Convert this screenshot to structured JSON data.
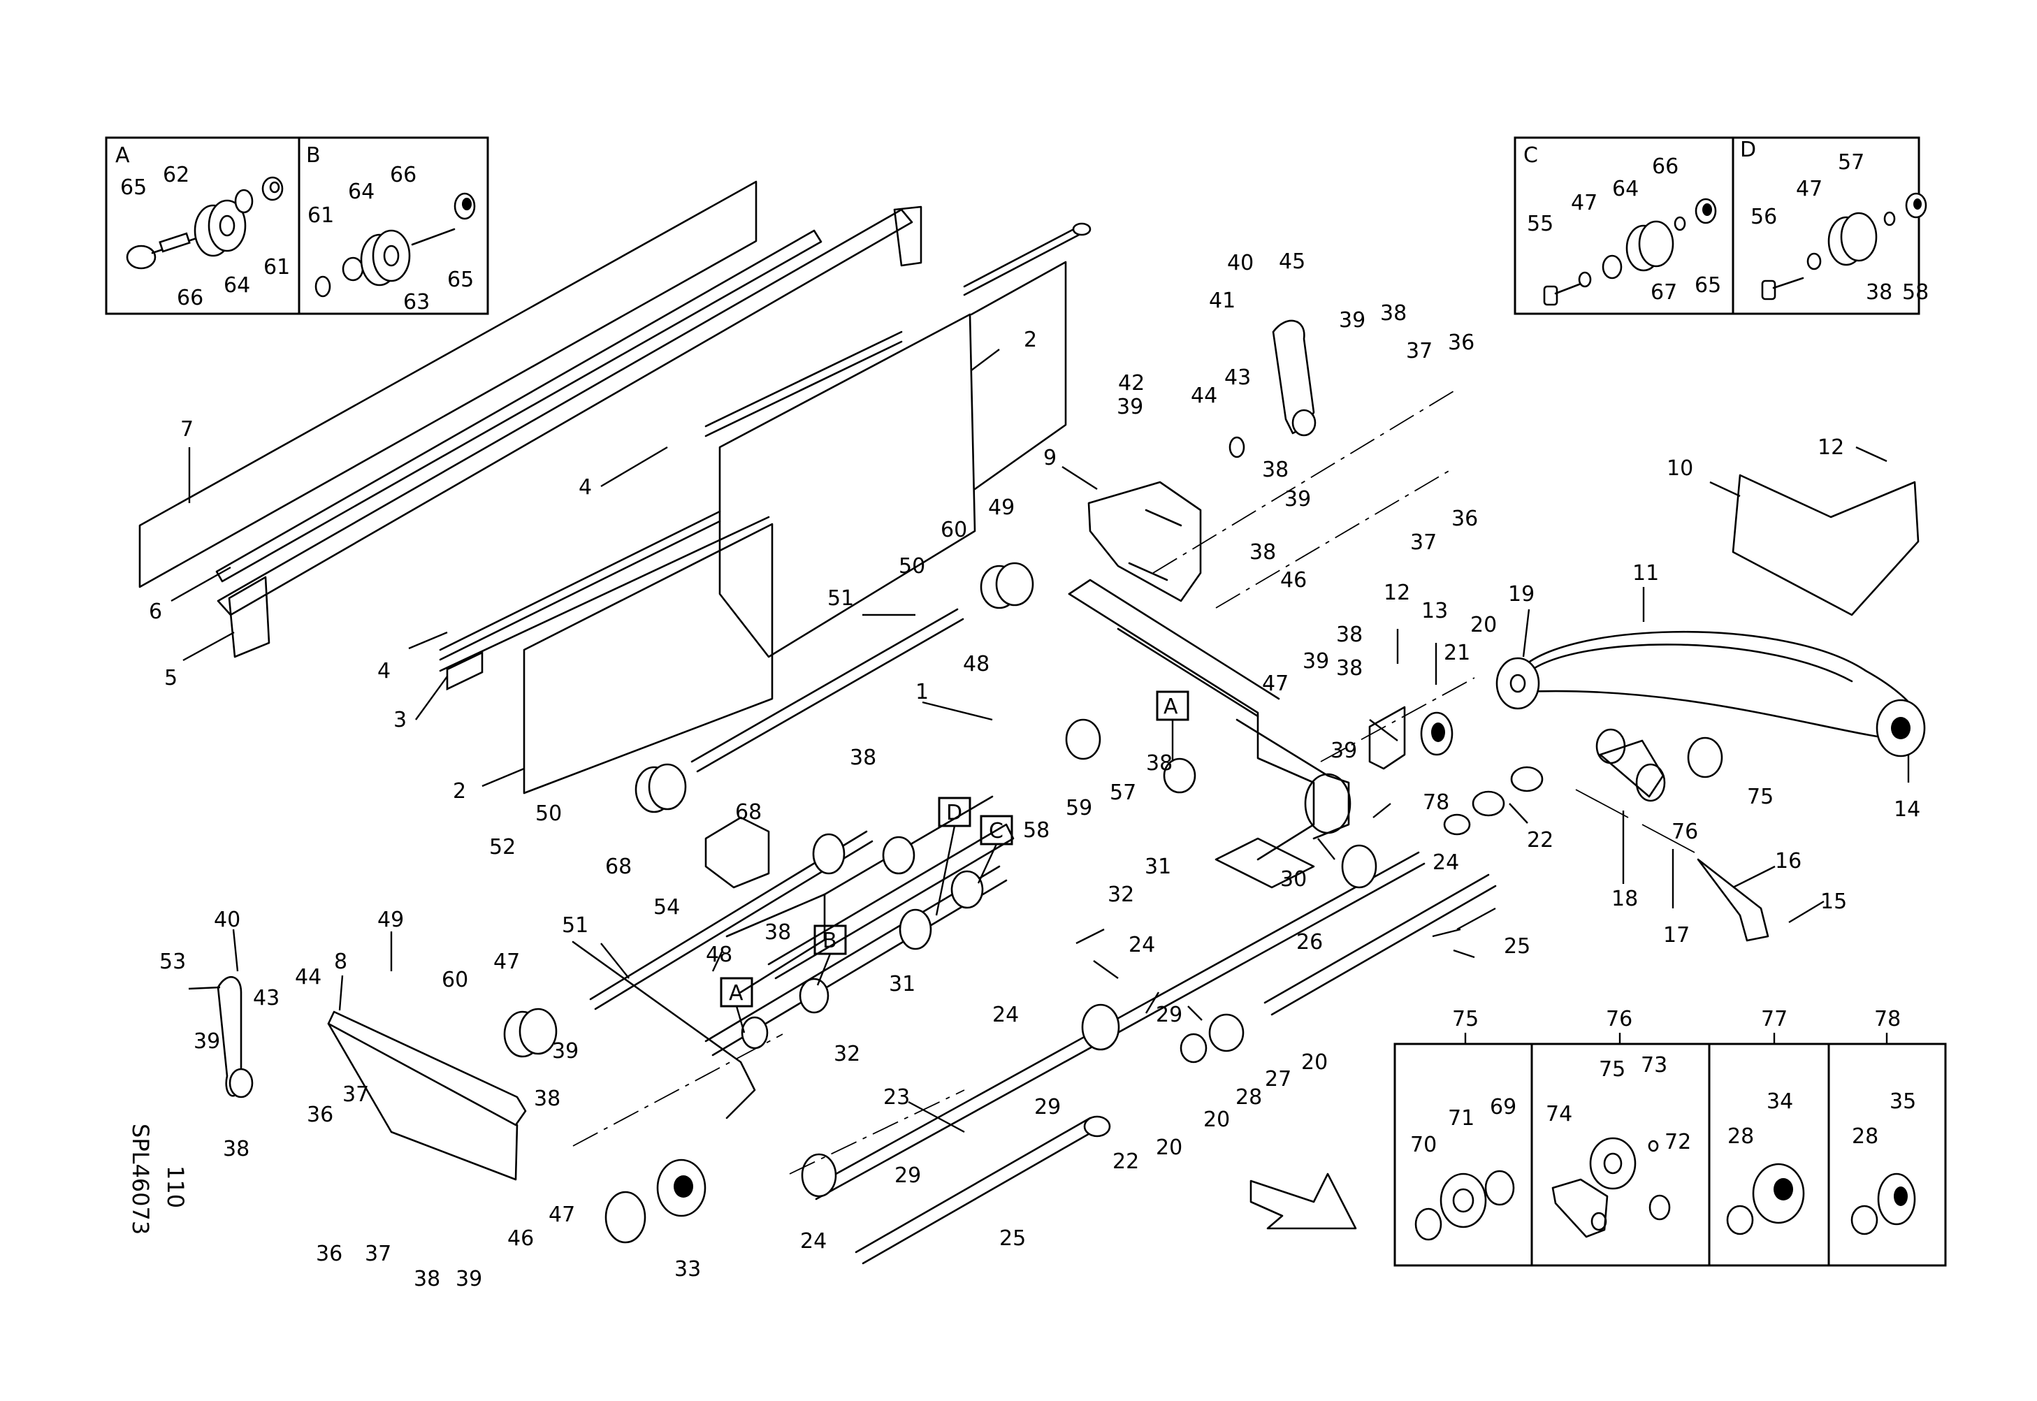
{
  "drawing_code": "SPL46073",
  "page_number": "110",
  "callouts": {
    "n1": "1",
    "n2a": "2",
    "n2b": "2",
    "n3": "3",
    "n4a": "4",
    "n4b": "4",
    "n5": "5",
    "n6": "6",
    "n7": "7",
    "n8": "8",
    "n9": "9",
    "n10": "10",
    "n11": "11",
    "n12a": "12",
    "n12b": "12",
    "n13": "13",
    "n14": "14",
    "n15": "15",
    "n16": "16",
    "n17": "17",
    "n18": "18",
    "n19": "19",
    "n20a": "20",
    "n20b": "20",
    "n20c": "20",
    "n20d": "20",
    "n21": "21",
    "n22a": "22",
    "n22b": "22",
    "n23": "23",
    "n24a": "24",
    "n24b": "24",
    "n24c": "24",
    "n24d": "24",
    "n25a": "25",
    "n25b": "25",
    "n26": "26",
    "n27": "27",
    "n28": "28",
    "n29a": "29",
    "n29b": "29",
    "n29c": "29",
    "n30": "30",
    "n31a": "31",
    "n31b": "31",
    "n32a": "32",
    "n32b": "32",
    "n33": "33",
    "n36a": "36",
    "n36b": "36",
    "n36c": "36",
    "n36d": "36",
    "n37a": "37",
    "n37b": "37",
    "n37c": "37",
    "n37d": "37",
    "n38a": "38",
    "n38b": "38",
    "n38c": "38",
    "n38d": "38",
    "n38e": "38",
    "n38f": "38",
    "n38g": "38",
    "n38h": "38",
    "n38i": "38",
    "n38j": "38",
    "n38k": "38",
    "n39a": "39",
    "n39b": "39",
    "n39c": "39",
    "n39d": "39",
    "n39e": "39",
    "n39f": "39",
    "n39g": "39",
    "n39h": "39",
    "n40a": "40",
    "n40b": "40",
    "n41": "41",
    "n42": "42",
    "n43a": "43",
    "n43b": "43",
    "n44a": "44",
    "n44b": "44",
    "n45": "45",
    "n46a": "46",
    "n46b": "46",
    "n47a": "47",
    "n47b": "47",
    "n47c": "47",
    "n48a": "48",
    "n48b": "48",
    "n49a": "49",
    "n49b": "49",
    "n50a": "50",
    "n50b": "50",
    "n51a": "51",
    "n51b": "51",
    "n52": "52",
    "n53": "53",
    "n54": "54",
    "n57": "57",
    "n58": "58",
    "n59": "59",
    "n60a": "60",
    "n60b": "60",
    "n68a": "68",
    "n68b": "68",
    "n78": "78",
    "n75": "75",
    "n76": "76"
  },
  "detail_letters": {
    "A": "A",
    "B": "B",
    "C": "C",
    "D": "D"
  },
  "inset_A": {
    "label": "A",
    "n65": "65",
    "n62": "62",
    "n66": "66",
    "n64": "64",
    "n61": "61"
  },
  "inset_B": {
    "label": "B",
    "n61": "61",
    "n64": "64",
    "n66": "66",
    "n63": "63",
    "n65": "65"
  },
  "inset_C": {
    "label": "C",
    "n55": "55",
    "n47": "47",
    "n64": "64",
    "n66": "66",
    "n67": "67",
    "n65": "65"
  },
  "inset_D": {
    "label": "D",
    "n56": "56",
    "n47": "47",
    "n57": "57",
    "n38": "38",
    "n58": "58"
  },
  "kits": {
    "k75": {
      "title": "75",
      "n70": "70",
      "n71": "71",
      "n69": "69"
    },
    "k76": {
      "title": "76",
      "n75": "75",
      "n73": "73",
      "n74": "74",
      "n72": "72"
    },
    "k77": {
      "title": "77",
      "n28": "28",
      "n34": "34"
    },
    "k78": {
      "title": "78",
      "n28": "28",
      "n35": "35"
    }
  }
}
